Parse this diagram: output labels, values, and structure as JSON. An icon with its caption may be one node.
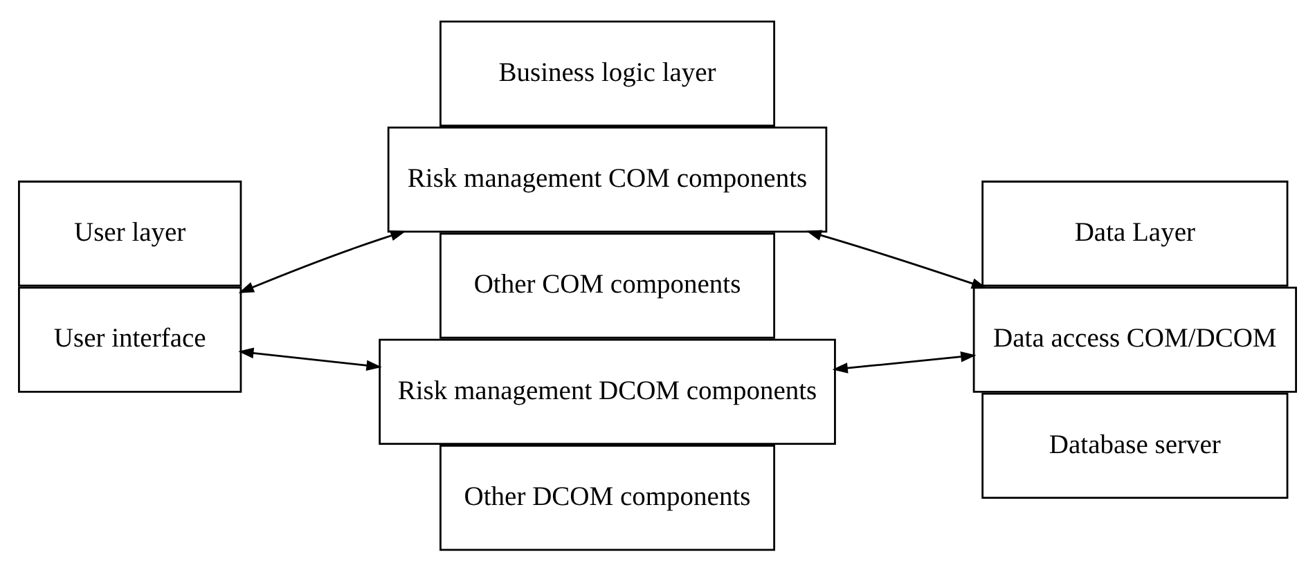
{
  "diagram": {
    "nodes": [
      {
        "text": [
          "User layer"
        ]
      },
      {
        "text": [
          "User interface"
        ]
      },
      {
        "text": [
          "Business logic layer"
        ]
      },
      {
        "text": [
          "Risk management COM components"
        ]
      },
      {
        "text": [
          "Other COM components"
        ]
      },
      {
        "text": [
          "Risk management DCOM components"
        ]
      },
      {
        "text": [
          "Other DCOM components"
        ]
      },
      {
        "text": [
          "Data Layer"
        ]
      },
      {
        "text": [
          "Data access COM/DCOM"
        ]
      },
      {
        "text": [
          "Database server"
        ]
      }
    ],
    "edges": [
      {
        "from": 1,
        "to": 3,
        "arrow": "both"
      },
      {
        "from": 1,
        "to": 5,
        "arrow": "both"
      },
      {
        "from": 3,
        "to": 8,
        "arrow": "both"
      },
      {
        "from": 5,
        "to": 8,
        "arrow": "both"
      }
    ]
  }
}
